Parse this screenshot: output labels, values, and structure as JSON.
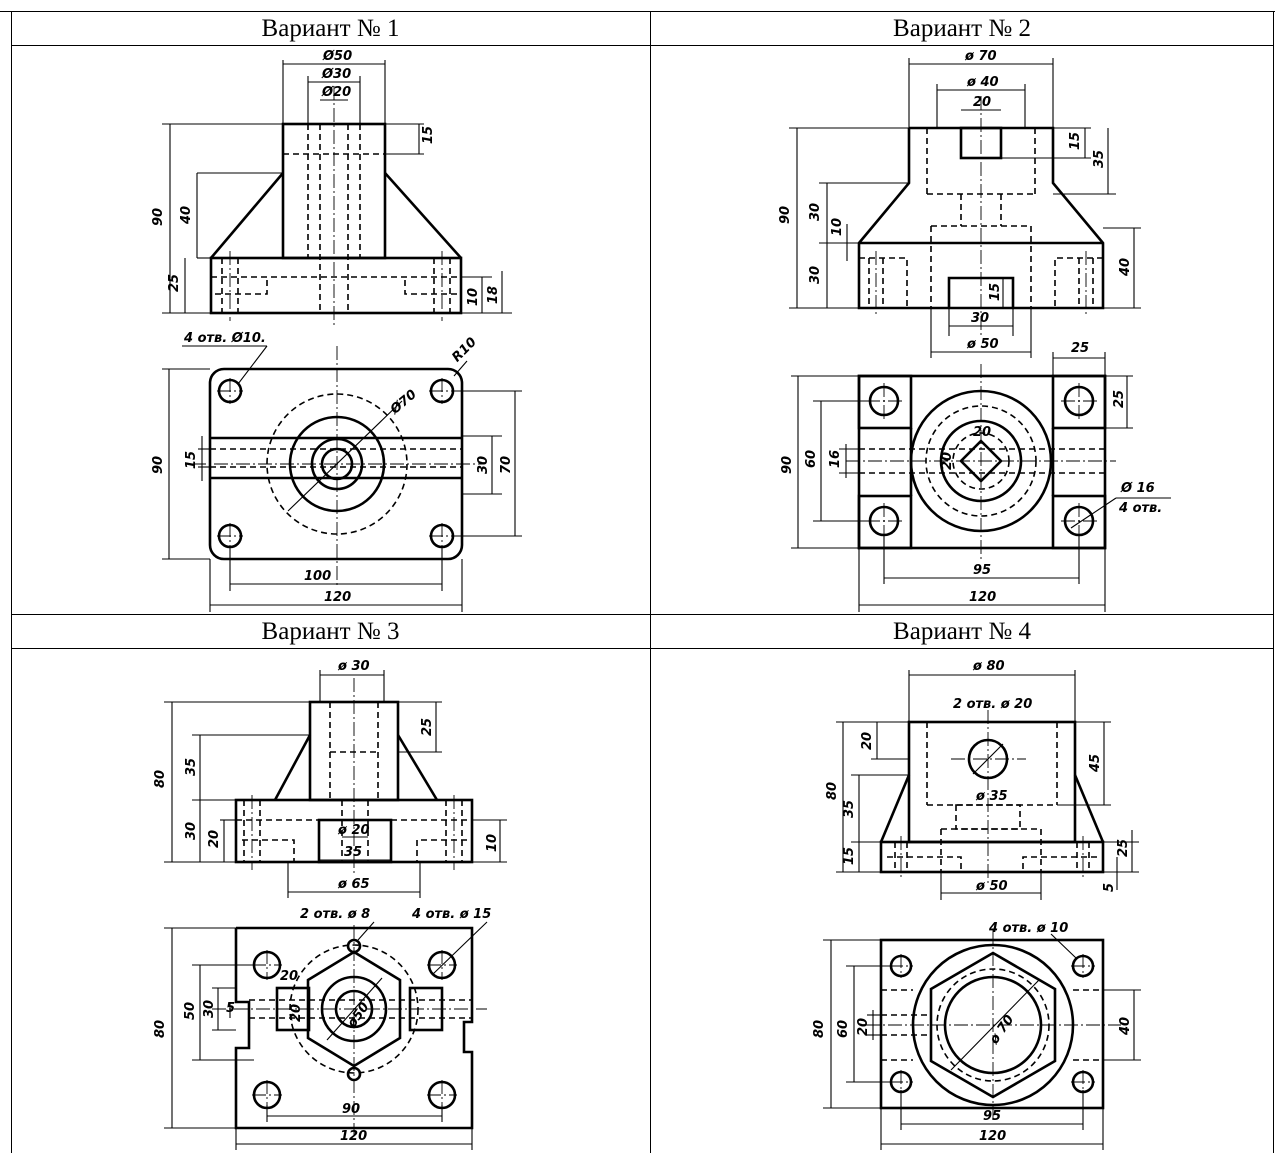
{
  "variants": [
    {
      "title": "Вариант № 1",
      "dims": {
        "d50": "Ø50",
        "d30": "Ø30",
        "d20": "Ø20",
        "h15": "15",
        "h90": "90",
        "h40": "40",
        "h25": "25",
        "h10": "10",
        "h18": "18",
        "holes": "4 отв. Ø10.",
        "r10": "R10",
        "d70": "Ø70",
        "h90b": "90",
        "h15b": "15",
        "h30": "30",
        "h70": "70",
        "w100": "100",
        "w120": "120"
      }
    },
    {
      "title": "Вариант № 2",
      "dims": {
        "d70": "ø 70",
        "d40": "ø 40",
        "w20": "20",
        "h15": "15",
        "h35": "35",
        "h90": "90",
        "h30a": "30",
        "h10": "10",
        "h30b": "30",
        "h40": "40",
        "h15b": "15",
        "w30": "30",
        "d50": "ø 50",
        "w25": "25",
        "h25": "25",
        "h90b": "90",
        "h60": "60",
        "h16": "16",
        "s20a": "20",
        "s20b": "20",
        "d16": "Ø 16",
        "holes": "4 отв.",
        "w95": "95",
        "w120": "120"
      }
    },
    {
      "title": "Вариант № 3",
      "dims": {
        "d30": "ø 30",
        "h25": "25",
        "h80": "80",
        "h35": "35",
        "h30": "30",
        "h20": "20",
        "d20": "ø 20",
        "w35": "35",
        "h10": "10",
        "d65": "ø 65",
        "holes8": "2 отв. ø 8",
        "holes15": "4 отв. ø 15",
        "h80b": "80",
        "h50": "50",
        "h30b": "30",
        "h5": "5",
        "s20a": "20",
        "s20b": "20",
        "d50": "ø50",
        "w90": "90",
        "w120": "120"
      }
    },
    {
      "title": "Вариант № 4",
      "dims": {
        "d80": "ø 80",
        "holes20": "2 отв. ø 20",
        "h20": "20",
        "h45": "45",
        "h80": "80",
        "h35": "35",
        "d35": "ø 35",
        "h15": "15",
        "h25": "25",
        "h5": "5",
        "d50": "ø 50",
        "holes10": "4 отв. ø 10",
        "h80b": "80",
        "h60": "60",
        "h20b": "20",
        "d70": "ø 70",
        "h40": "40",
        "w95": "95",
        "w120": "120"
      }
    }
  ]
}
